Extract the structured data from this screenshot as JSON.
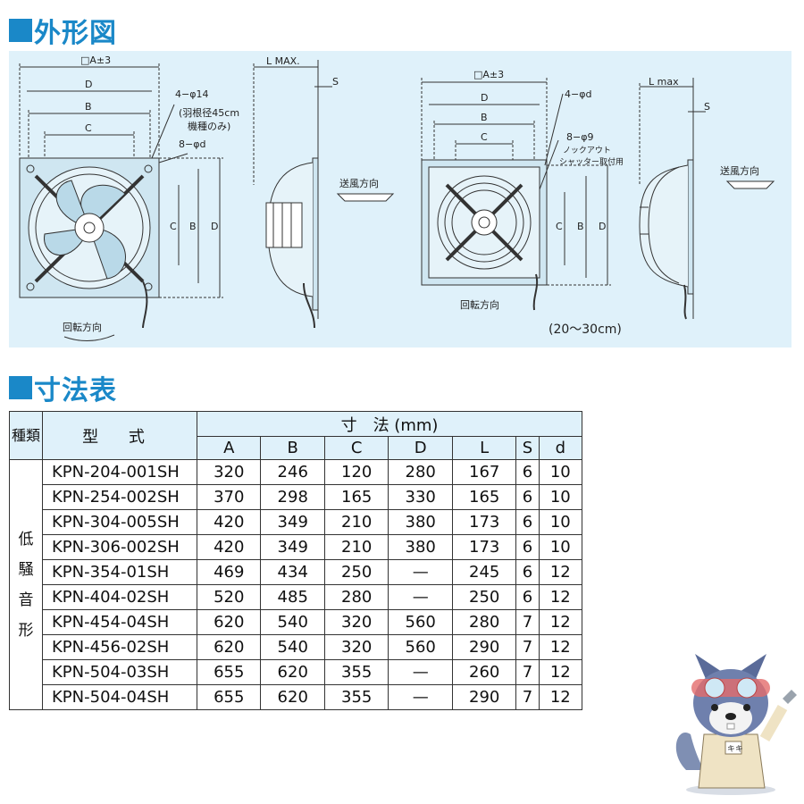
{
  "section1": {
    "title": "外形図"
  },
  "section2": {
    "title": "寸法表"
  },
  "drawing": {
    "left": {
      "a_label": "□A±3",
      "d_label": "D",
      "b_label": "B",
      "c_label": "C",
      "hole_note_1": "4−φ14",
      "hole_note_2": "(羽根径45cm",
      "hole_note_3": "機種のみ)",
      "hole_note_4": "8−φd",
      "l_label": "L MAX.",
      "s_label": "S",
      "airflow_label": "送風方向",
      "rotation_label": "回転方向"
    },
    "right": {
      "a_label": "□A±3",
      "d_label": "D",
      "b_label": "B",
      "c_label": "C",
      "hole_note_1": "4−φd",
      "hole_note_2": "8−φ9",
      "hole_note_3": "ノックアウト",
      "hole_note_4": "シャッター取付用",
      "l_label": "L max",
      "s_label": "S",
      "airflow_label": "送風方向",
      "rotation_label": "回転方向",
      "cord_note": "(20〜30cm)"
    }
  },
  "table": {
    "header_kind": "種類",
    "header_model": "型 式",
    "header_dims": "寸　法 (mm)",
    "columns": [
      "A",
      "B",
      "C",
      "D",
      "L",
      "S",
      "d"
    ],
    "kind_label": "低騒音形",
    "rows": [
      {
        "model": "KPN-204-001SH",
        "values": [
          "320",
          "246",
          "120",
          "280",
          "167",
          "6",
          "10"
        ]
      },
      {
        "model": "KPN-254-002SH",
        "values": [
          "370",
          "298",
          "165",
          "330",
          "165",
          "6",
          "10"
        ]
      },
      {
        "model": "KPN-304-005SH",
        "values": [
          "420",
          "349",
          "210",
          "380",
          "173",
          "6",
          "10"
        ]
      },
      {
        "model": "KPN-306-002SH",
        "values": [
          "420",
          "349",
          "210",
          "380",
          "173",
          "6",
          "10"
        ]
      },
      {
        "model": "KPN-354-01SH",
        "values": [
          "469",
          "434",
          "250",
          "—",
          "245",
          "6",
          "12"
        ]
      },
      {
        "model": "KPN-404-02SH",
        "values": [
          "520",
          "485",
          "280",
          "—",
          "250",
          "6",
          "12"
        ]
      },
      {
        "model": "KPN-454-04SH",
        "values": [
          "620",
          "540",
          "320",
          "560",
          "280",
          "7",
          "12"
        ]
      },
      {
        "model": "KPN-456-02SH",
        "values": [
          "620",
          "540",
          "320",
          "560",
          "290",
          "7",
          "12"
        ]
      },
      {
        "model": "KPN-504-03SH",
        "values": [
          "655",
          "620",
          "355",
          "—",
          "260",
          "7",
          "12"
        ]
      },
      {
        "model": "KPN-504-04SH",
        "values": [
          "655",
          "620",
          "355",
          "—",
          "290",
          "7",
          "12"
        ]
      }
    ]
  },
  "mascot": {
    "badge": "キキ"
  },
  "colors": {
    "accent": "#1a88c8",
    "panel_bg": "#dff1fa"
  }
}
